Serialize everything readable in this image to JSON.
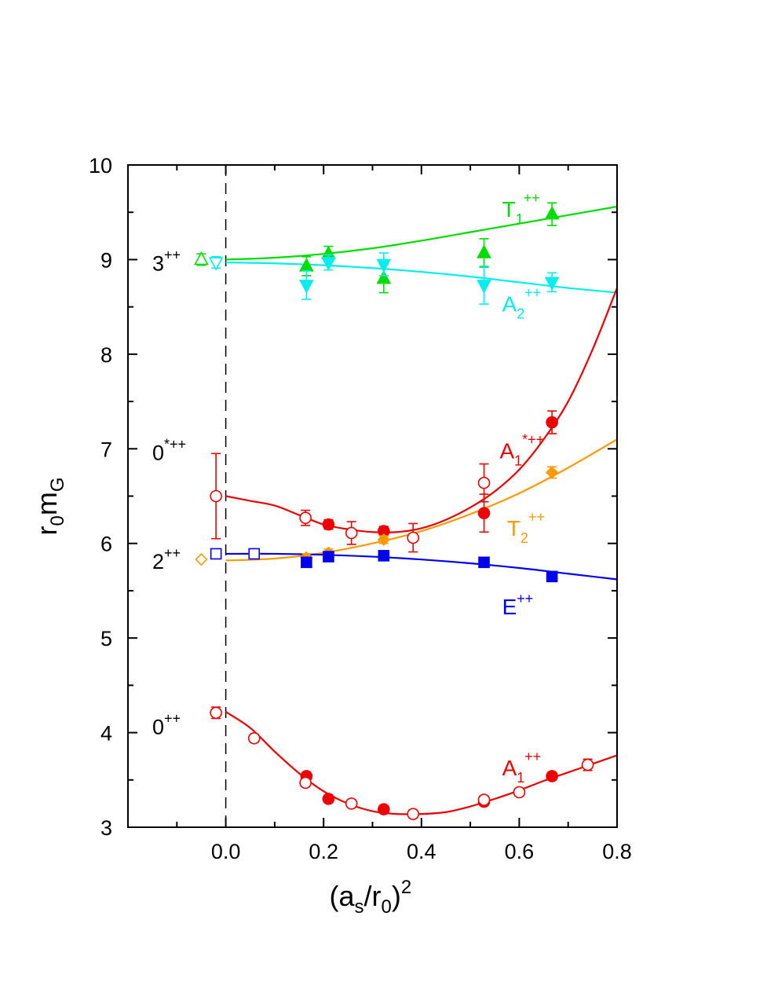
{
  "chart_data": {
    "type": "scatter",
    "title": "",
    "xlabel": {
      "base": "(a",
      "sub1": "s",
      "mid": "/r",
      "sub2": "0",
      "end": ")",
      "sup": "2"
    },
    "ylabel": {
      "base1": "r",
      "sub1": "0",
      "base2": "m",
      "sub2": "G"
    },
    "xlim": [
      -0.2,
      0.8
    ],
    "ylim": [
      3,
      10
    ],
    "xticks": [
      0.0,
      0.2,
      0.4,
      0.6,
      0.8
    ],
    "xtick_labels": [
      "0.0",
      "0.2",
      "0.4",
      "0.6",
      "0.8"
    ],
    "yticks": [
      3,
      4,
      5,
      6,
      7,
      8,
      9,
      10
    ],
    "ytick_labels": [
      "3",
      "4",
      "5",
      "6",
      "7",
      "8",
      "9",
      "10"
    ],
    "zero_line": "dashed vertical line at x = 0",
    "continuum_labels": [
      {
        "base": "3",
        "sup": "++",
        "y": 9.0
      },
      {
        "base": "0",
        "sup": "*++",
        "y": 7.0
      },
      {
        "base": "2",
        "sup": "++",
        "y": 5.85
      },
      {
        "base": "0",
        "sup": "++",
        "y": 4.1
      }
    ],
    "series": [
      {
        "name": "T1++",
        "label": {
          "base": "T",
          "sub": "1",
          "sup": "++"
        },
        "color": "#00dd00",
        "fit": [
          [
            0.0,
            9.0
          ],
          [
            0.1,
            9.02
          ],
          [
            0.2,
            9.06
          ],
          [
            0.3,
            9.12
          ],
          [
            0.4,
            9.2
          ],
          [
            0.5,
            9.29
          ],
          [
            0.6,
            9.38
          ],
          [
            0.7,
            9.47
          ],
          [
            0.8,
            9.56
          ]
        ],
        "points": [
          {
            "x": 0.165,
            "y": 8.93,
            "err": 0.1,
            "marker": "triangle-up",
            "filled": true
          },
          {
            "x": 0.21,
            "y": 9.06,
            "err": 0.08,
            "marker": "triangle-up",
            "filled": true
          },
          {
            "x": 0.323,
            "y": 8.8,
            "err": 0.15,
            "marker": "triangle-up",
            "filled": true
          },
          {
            "x": 0.528,
            "y": 9.07,
            "err": 0.15,
            "marker": "triangle-up",
            "filled": true
          },
          {
            "x": 0.667,
            "y": 9.48,
            "err": 0.12,
            "marker": "triangle-up",
            "filled": true
          }
        ],
        "continuum": {
          "x": -0.05,
          "y": 9.0,
          "err": 0.06,
          "marker": "triangle-up",
          "filled": false
        }
      },
      {
        "name": "A2++",
        "label": {
          "base": "A",
          "sub": "2",
          "sup": "++"
        },
        "color": "#00eeee",
        "fit": [
          [
            0.0,
            8.97
          ],
          [
            0.1,
            8.96
          ],
          [
            0.2,
            8.94
          ],
          [
            0.3,
            8.91
          ],
          [
            0.4,
            8.87
          ],
          [
            0.5,
            8.82
          ],
          [
            0.6,
            8.76
          ],
          [
            0.7,
            8.7
          ],
          [
            0.8,
            8.65
          ]
        ],
        "points": [
          {
            "x": 0.165,
            "y": 8.73,
            "err": 0.15,
            "marker": "triangle-down",
            "filled": true
          },
          {
            "x": 0.21,
            "y": 8.97,
            "err": 0.08,
            "marker": "triangle-down",
            "filled": true
          },
          {
            "x": 0.323,
            "y": 8.95,
            "err": 0.12,
            "marker": "triangle-down",
            "filled": true
          },
          {
            "x": 0.528,
            "y": 8.73,
            "err": 0.2,
            "marker": "triangle-down",
            "filled": true
          },
          {
            "x": 0.667,
            "y": 8.76,
            "err": 0.1,
            "marker": "triangle-down",
            "filled": true
          }
        ],
        "continuum": {
          "x": -0.02,
          "y": 8.97,
          "err": 0.06,
          "marker": "triangle-down",
          "filled": false
        }
      },
      {
        "name": "A1*++",
        "label": {
          "base": "A",
          "sub": "1",
          "sup": "*++"
        },
        "color": "#ee0000",
        "fit": [
          [
            0.0,
            6.5
          ],
          [
            0.05,
            6.45
          ],
          [
            0.1,
            6.4
          ],
          [
            0.15,
            6.3
          ],
          [
            0.2,
            6.2
          ],
          [
            0.25,
            6.15
          ],
          [
            0.3,
            6.12
          ],
          [
            0.35,
            6.12
          ],
          [
            0.4,
            6.16
          ],
          [
            0.45,
            6.25
          ],
          [
            0.5,
            6.38
          ],
          [
            0.55,
            6.55
          ],
          [
            0.6,
            6.78
          ],
          [
            0.65,
            7.1
          ],
          [
            0.7,
            7.5
          ],
          [
            0.75,
            8.05
          ],
          [
            0.8,
            8.7
          ]
        ],
        "points": [
          {
            "x": 0.21,
            "y": 6.2,
            "err": 0.05,
            "marker": "circle",
            "filled": true
          },
          {
            "x": 0.323,
            "y": 6.13,
            "err": 0.05,
            "marker": "circle",
            "filled": true
          },
          {
            "x": 0.528,
            "y": 6.32,
            "err": 0.2,
            "marker": "circle",
            "filled": true
          },
          {
            "x": 0.667,
            "y": 7.28,
            "err": 0.12,
            "marker": "circle",
            "filled": true
          },
          {
            "x": 0.163,
            "y": 6.27,
            "err": 0.08,
            "marker": "circle",
            "filled": false
          },
          {
            "x": 0.257,
            "y": 6.11,
            "err": 0.12,
            "marker": "circle",
            "filled": false
          },
          {
            "x": 0.383,
            "y": 6.06,
            "err": 0.15,
            "marker": "circle",
            "filled": false
          },
          {
            "x": 0.528,
            "y": 6.64,
            "err": 0.2,
            "marker": "circle",
            "filled": false
          }
        ],
        "continuum": {
          "x": -0.02,
          "y": 6.5,
          "err": 0.45,
          "marker": "circle",
          "filled": false
        }
      },
      {
        "name": "T2++",
        "label": {
          "base": "T",
          "sub": "2",
          "sup": "++"
        },
        "color": "#ff9900",
        "fit": [
          [
            0.0,
            5.82
          ],
          [
            0.1,
            5.84
          ],
          [
            0.2,
            5.9
          ],
          [
            0.3,
            6.0
          ],
          [
            0.4,
            6.13
          ],
          [
            0.5,
            6.31
          ],
          [
            0.6,
            6.53
          ],
          [
            0.7,
            6.8
          ],
          [
            0.8,
            7.1
          ]
        ],
        "points": [
          {
            "x": 0.165,
            "y": 5.85,
            "err": 0.04,
            "marker": "diamond",
            "filled": true
          },
          {
            "x": 0.21,
            "y": 5.9,
            "err": 0.04,
            "marker": "diamond",
            "filled": true
          },
          {
            "x": 0.323,
            "y": 6.04,
            "err": 0.04,
            "marker": "diamond",
            "filled": true
          },
          {
            "x": 0.667,
            "y": 6.75,
            "err": 0.06,
            "marker": "diamond",
            "filled": true
          },
          {
            "x": 0.058,
            "y": 5.89,
            "err": 0.05,
            "marker": "diamond",
            "filled": false
          }
        ],
        "continuum": {
          "x": -0.05,
          "y": 5.83,
          "err": 0.0,
          "marker": "diamond",
          "filled": false
        }
      },
      {
        "name": "E++",
        "label": {
          "base": "E",
          "sub": "",
          "sup": "++"
        },
        "color": "#0000ee",
        "fit": [
          [
            0.0,
            5.89
          ],
          [
            0.1,
            5.89
          ],
          [
            0.2,
            5.88
          ],
          [
            0.3,
            5.86
          ],
          [
            0.4,
            5.83
          ],
          [
            0.5,
            5.79
          ],
          [
            0.6,
            5.74
          ],
          [
            0.7,
            5.68
          ],
          [
            0.8,
            5.62
          ]
        ],
        "points": [
          {
            "x": 0.165,
            "y": 5.8,
            "err": 0.04,
            "marker": "square",
            "filled": true
          },
          {
            "x": 0.21,
            "y": 5.86,
            "err": 0.04,
            "marker": "square",
            "filled": true
          },
          {
            "x": 0.323,
            "y": 5.87,
            "err": 0.04,
            "marker": "square",
            "filled": true
          },
          {
            "x": 0.528,
            "y": 5.8,
            "err": 0.04,
            "marker": "square",
            "filled": true
          },
          {
            "x": 0.667,
            "y": 5.65,
            "err": 0.04,
            "marker": "square",
            "filled": true
          },
          {
            "x": 0.058,
            "y": 5.89,
            "err": 0.04,
            "marker": "square",
            "filled": false
          }
        ],
        "continuum": {
          "x": -0.02,
          "y": 5.89,
          "err": 0.04,
          "marker": "square",
          "filled": false
        }
      },
      {
        "name": "A1++",
        "label": {
          "base": "A",
          "sub": "1",
          "sup": "++"
        },
        "color": "#ee0000",
        "fit": [
          [
            0.0,
            4.22
          ],
          [
            0.05,
            4.05
          ],
          [
            0.1,
            3.8
          ],
          [
            0.15,
            3.57
          ],
          [
            0.2,
            3.38
          ],
          [
            0.25,
            3.25
          ],
          [
            0.3,
            3.17
          ],
          [
            0.35,
            3.14
          ],
          [
            0.4,
            3.14
          ],
          [
            0.45,
            3.16
          ],
          [
            0.5,
            3.22
          ],
          [
            0.55,
            3.3
          ],
          [
            0.6,
            3.39
          ],
          [
            0.65,
            3.49
          ],
          [
            0.7,
            3.58
          ],
          [
            0.75,
            3.67
          ],
          [
            0.8,
            3.76
          ]
        ],
        "points": [
          {
            "x": 0.165,
            "y": 3.54,
            "err": 0.04,
            "marker": "circle",
            "filled": true
          },
          {
            "x": 0.21,
            "y": 3.3,
            "err": 0.04,
            "marker": "circle",
            "filled": true
          },
          {
            "x": 0.323,
            "y": 3.19,
            "err": 0.04,
            "marker": "circle",
            "filled": true
          },
          {
            "x": 0.528,
            "y": 3.27,
            "err": 0.04,
            "marker": "circle",
            "filled": true
          },
          {
            "x": 0.667,
            "y": 3.54,
            "err": 0.04,
            "marker": "circle",
            "filled": true
          },
          {
            "x": 0.058,
            "y": 3.94,
            "err": 0.04,
            "marker": "circle",
            "filled": false
          },
          {
            "x": 0.163,
            "y": 3.47,
            "err": 0.04,
            "marker": "circle",
            "filled": false
          },
          {
            "x": 0.257,
            "y": 3.25,
            "err": 0.04,
            "marker": "circle",
            "filled": false
          },
          {
            "x": 0.383,
            "y": 3.14,
            "err": 0.04,
            "marker": "circle",
            "filled": false
          },
          {
            "x": 0.528,
            "y": 3.29,
            "err": 0.04,
            "marker": "circle",
            "filled": false
          },
          {
            "x": 0.6,
            "y": 3.37,
            "err": 0.04,
            "marker": "circle",
            "filled": false
          },
          {
            "x": 0.74,
            "y": 3.66,
            "err": 0.06,
            "marker": "circle",
            "filled": false
          }
        ],
        "continuum": {
          "x": -0.02,
          "y": 4.21,
          "err": 0.06,
          "marker": "circle",
          "filled": false
        }
      }
    ]
  }
}
